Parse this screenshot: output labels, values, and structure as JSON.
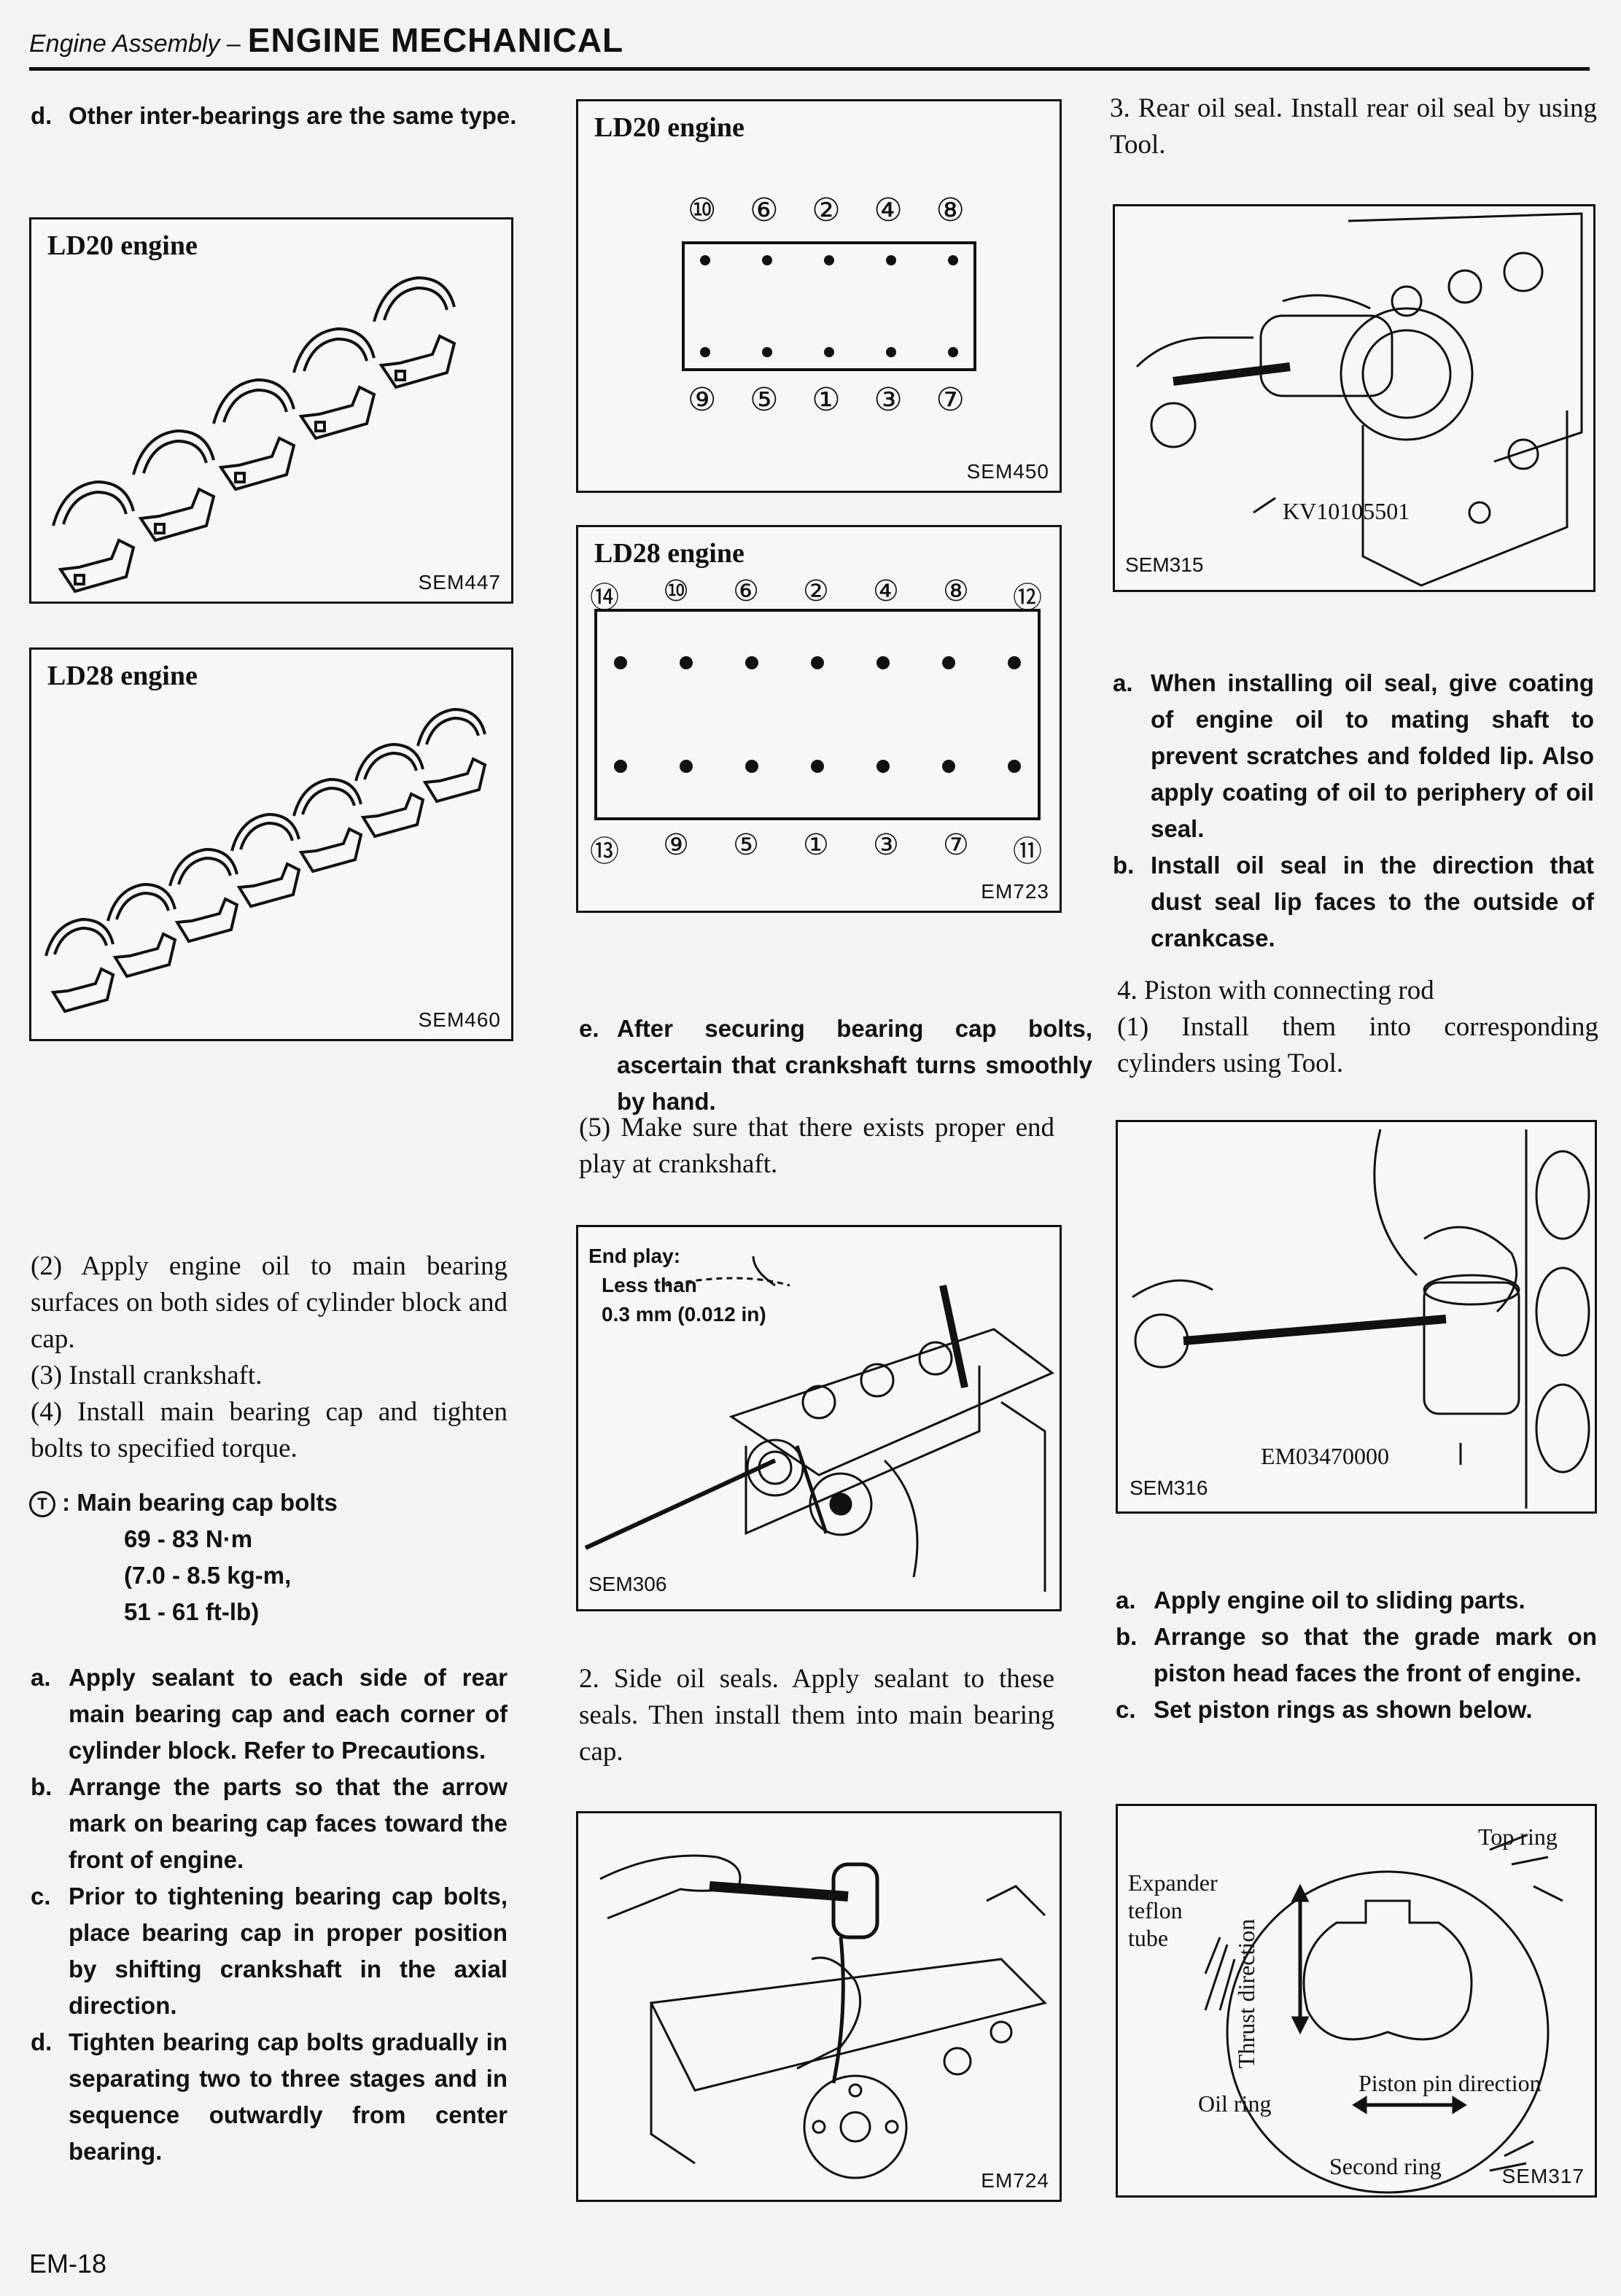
{
  "header": {
    "prefix": "Engine Assembly –",
    "title": "ENGINE MECHANICAL"
  },
  "footer": {
    "page_number": "EM-18"
  },
  "left": {
    "step_d_marker": "d.",
    "step_d_text": "Other inter-bearings are the same type.",
    "fig1": {
      "title": "LD20 engine",
      "code": "SEM447"
    },
    "fig2": {
      "title": "LD28 engine",
      "code": "SEM460"
    },
    "p2": "(2)  Apply engine oil to main bearing surfaces on both sides of cylinder block and cap.",
    "p3": "(3)  Install crankshaft.",
    "p4": "(4)  Install main bearing cap and tighten bolts to specified torque.",
    "torque_symbol": "T",
    "torque_label": ": Main bearing cap bolts",
    "torque_line1": "69 - 83 N·m",
    "torque_line2": "(7.0 - 8.5 kg-m,",
    "torque_line3": "51 - 61 ft-lb)",
    "notes": [
      {
        "marker": "a.",
        "text": "Apply sealant to each side of rear main bearing cap and each corner of cylinder block. Refer to Precautions."
      },
      {
        "marker": "b.",
        "text": "Arrange the parts so that the arrow mark on bearing cap faces toward the front of engine."
      },
      {
        "marker": "c.",
        "text": "Prior to tightening bearing cap bolts, place bearing cap in proper position by shifting crankshaft in the axial direction."
      },
      {
        "marker": "d.",
        "text": "Tighten bearing cap bolts gradually in separating two to three stages and in sequence outwardly from center bearing."
      }
    ]
  },
  "middle": {
    "fig3": {
      "title": "LD20 engine",
      "code": "SEM450",
      "top_numbers": [
        "⑩",
        "⑥",
        "②",
        "④",
        "⑧"
      ],
      "bottom_numbers": [
        "⑨",
        "⑤",
        "①",
        "③",
        "⑦"
      ]
    },
    "fig4": {
      "title": "LD28 engine",
      "code": "EM723",
      "top_numbers": [
        "⑭",
        "⑩",
        "⑥",
        "②",
        "④",
        "⑧",
        "⑫"
      ],
      "bottom_numbers": [
        "⑬",
        "⑨",
        "⑤",
        "①",
        "③",
        "⑦",
        "⑪"
      ]
    },
    "step_e_marker": "e.",
    "step_e_text": "After securing bearing cap bolts, ascertain that crankshaft turns smoothly by hand.",
    "p5": "(5)  Make sure that there exists proper end play at crankshaft.",
    "fig5": {
      "code": "SEM306",
      "label1": "End play:",
      "label2": "Less than",
      "label3": "0.3 mm (0.012 in)"
    },
    "p_side": "2.   Side oil seals. Apply sealant to these seals. Then install them into main bearing cap.",
    "fig6": {
      "code": "EM724"
    }
  },
  "right": {
    "p_rear": "3.   Rear oil seal. Install rear oil seal by using Tool.",
    "fig7": {
      "code": "SEM315",
      "tool": "KV10105501"
    },
    "notes1": [
      {
        "marker": "a.",
        "text": "When installing oil seal, give coating of engine oil to mating shaft to prevent scratches and folded lip. Also apply coating of oil to periphery of oil seal."
      },
      {
        "marker": "b.",
        "text": "Install oil seal in the direction that dust seal lip faces to the outside of crankcase."
      }
    ],
    "p_piston_title": "4.   Piston with connecting rod",
    "p_piston_1": "(1)  Install them into corresponding cylinders using Tool.",
    "fig8": {
      "code": "SEM316",
      "tool": "EM03470000"
    },
    "notes2": [
      {
        "marker": "a.",
        "text": "Apply engine oil to sliding parts."
      },
      {
        "marker": "b.",
        "text": "Arrange so that the grade mark on piston head faces the front of engine."
      },
      {
        "marker": "c.",
        "text": "Set piston rings as shown below."
      }
    ],
    "fig9": {
      "code": "SEM317",
      "expander_1": "Expander",
      "expander_2": "teflon",
      "expander_3": "tube",
      "thrust": "Thrust direction",
      "top_ring": "Top ring",
      "oil_ring": "Oil ring",
      "pin_dir": "Piston pin direction",
      "second_ring": "Second ring"
    }
  }
}
